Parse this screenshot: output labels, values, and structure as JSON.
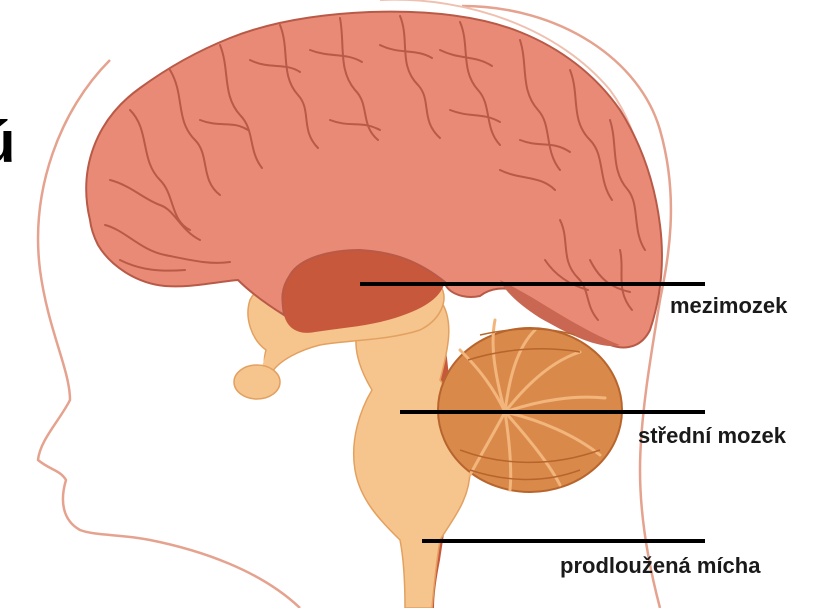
{
  "edge_glyph": "ú",
  "labels": {
    "diencephalon": "mezimozek",
    "midbrain": "střední mozek",
    "medulla": "prodloužená mícha"
  },
  "colors": {
    "cortex": "#E98A76",
    "cortex_shade": "#C96752",
    "cortex_outline": "#B85A47",
    "inner_brown": "#C8583C",
    "beige": "#F6C48D",
    "beige_outline": "#E3A160",
    "cerebellum": "#D98A4A",
    "cerebellum_dark": "#B8652D",
    "head_outline": "#E5A28E",
    "line": "#000000"
  }
}
